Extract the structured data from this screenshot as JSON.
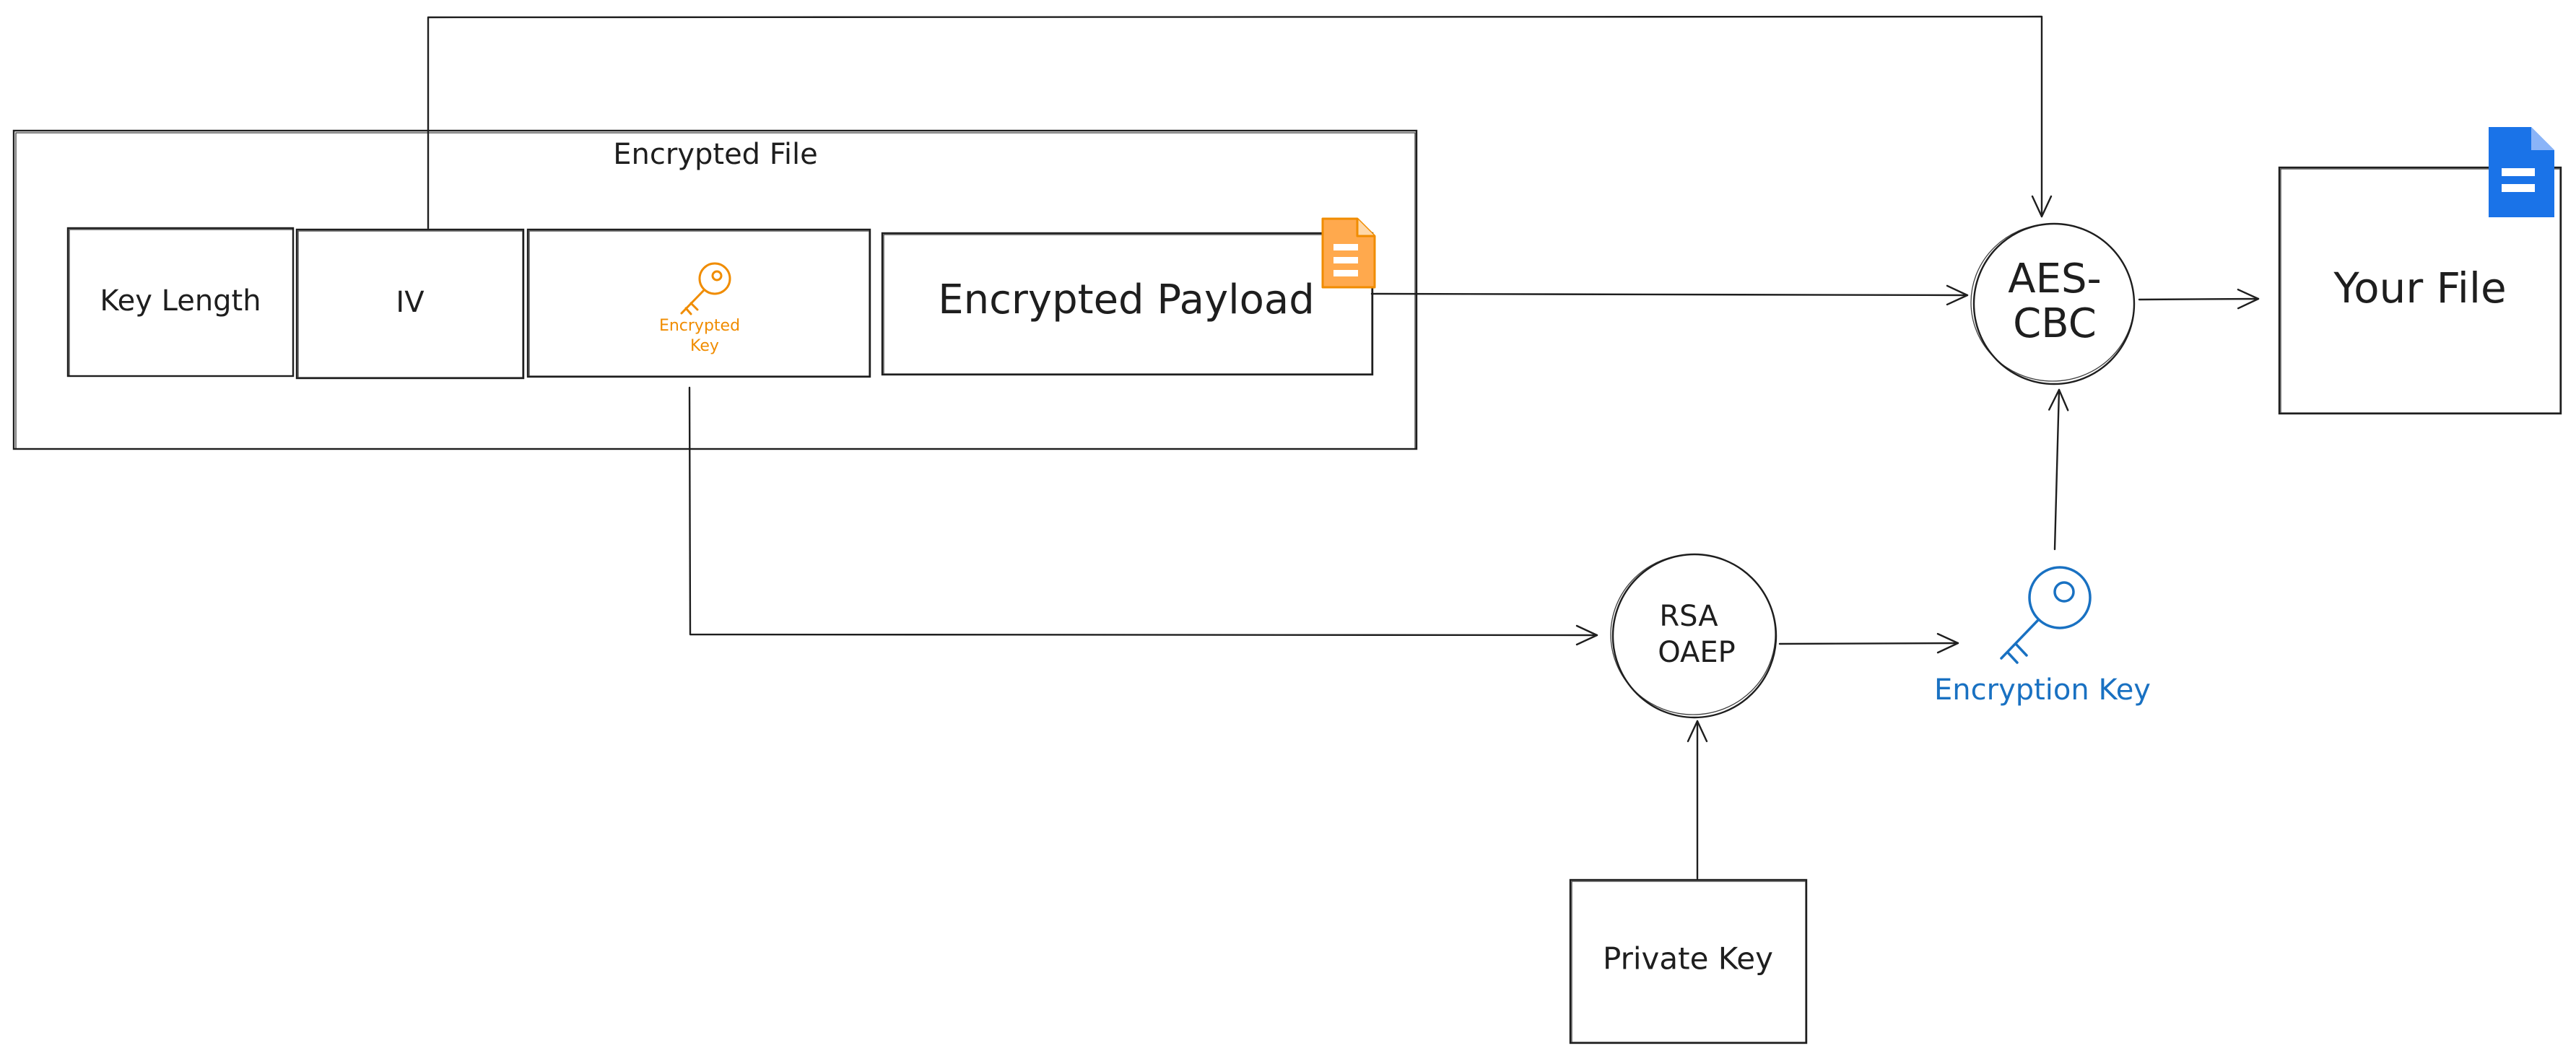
{
  "diagram": {
    "container_label": "Encrypted File",
    "fields": {
      "key_length": "Key Length",
      "iv": "IV",
      "encrypted_key_line1": "Encrypted",
      "encrypted_key_line2": "Key",
      "encrypted_payload": "Encrypted Payload"
    },
    "nodes": {
      "aes_line1": "AES-",
      "aes_line2": "CBC",
      "rsa_line1": "RSA",
      "rsa_line2": "OAEP",
      "your_file": "Your File",
      "private_key": "Private Key",
      "encryption_key": "Encryption Key"
    },
    "colors": {
      "stroke": "#1e1e1e",
      "orange": "#f08c00",
      "orange_fill": "#ffa94d",
      "blue": "#1971c2",
      "doc_blue": "#1a73e8"
    },
    "icons": {
      "encrypted_key": "key-icon",
      "payload": "document-icon",
      "your_file": "document-icon",
      "encryption_key": "key-icon"
    }
  }
}
